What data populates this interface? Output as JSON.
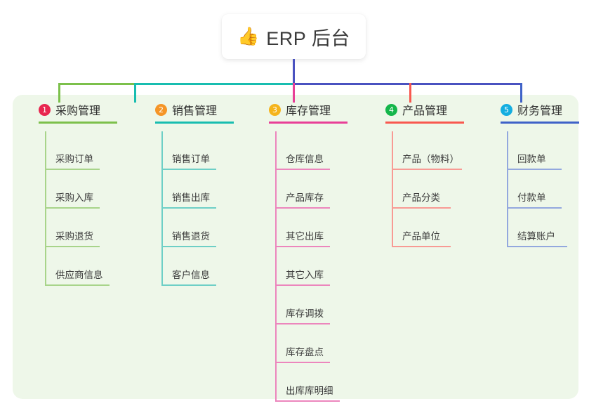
{
  "diagram": {
    "type": "mind-map",
    "title": {
      "icon": "thumbs-up-icon",
      "emoji": "👍",
      "text": "ERP 后台"
    },
    "panel_color": "#eef7e9",
    "branches": [
      {
        "number": "1",
        "label": "采购管理",
        "badge_color": "#e8264f",
        "rule_color": "#7cc04b",
        "line_color": "#7cc04b",
        "leaf_rule_color": "#a8d48a",
        "leaves": [
          "采购订单",
          "采购入库",
          "采购退货",
          "供应商信息"
        ]
      },
      {
        "number": "2",
        "label": "销售管理",
        "badge_color": "#f59527",
        "rule_color": "#18bdb0",
        "line_color": "#18bdb0",
        "leaf_rule_color": "#6ecfc6",
        "leaves": [
          "销售订单",
          "销售出库",
          "销售退货",
          "客户信息"
        ]
      },
      {
        "number": "3",
        "label": "库存管理",
        "badge_color": "#f5b41c",
        "rule_color": "#e83f97",
        "line_color": "#e83f97",
        "leaf_rule_color": "#ec86bd",
        "leaves": [
          "仓库信息",
          "产品库存",
          "其它出库",
          "其它入库",
          "库存调拨",
          "库存盘点",
          "出库库明细"
        ]
      },
      {
        "number": "4",
        "label": "产品管理",
        "badge_color": "#15b64b",
        "rule_color": "#f8584f",
        "line_color": "#f8584f",
        "leaf_rule_color": "#f89a94",
        "leaves": [
          "产品（物料）",
          "产品分类",
          "产品单位"
        ]
      },
      {
        "number": "5",
        "label": "财务管理",
        "badge_color": "#14aee0",
        "rule_color": "#3f62c8",
        "line_color": "#3f62c8",
        "leaf_rule_color": "#93a8de",
        "leaves": [
          "回款单",
          "付款单",
          "结算账户"
        ]
      }
    ],
    "connectors": {
      "trunk_color": "#4a52c0",
      "bus_segments": [
        {
          "name": "segment-green",
          "color": "#7cc04b"
        },
        {
          "name": "segment-teal",
          "color": "#18bdb0"
        },
        {
          "name": "segment-purple",
          "color": "#4a52c0"
        }
      ]
    }
  }
}
